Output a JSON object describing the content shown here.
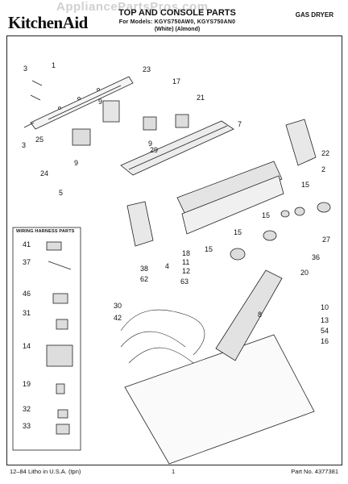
{
  "header": {
    "brand": "KitchenAid",
    "title": "TOP AND CONSOLE PARTS",
    "models": "For Models: KGYS750AW0, KGYS750AN0",
    "colors": "(White)    (Almond)",
    "product": "GAS DRYER",
    "watermark": "AppliancePartsPros.com"
  },
  "wiring_harness": {
    "title": "WIRING HARNESS PARTS",
    "callouts": [
      "41",
      "37",
      "46",
      "31",
      "14",
      "19",
      "32",
      "33"
    ]
  },
  "callouts": {
    "c1": "1",
    "c2": "2",
    "c3a": "3",
    "c3b": "3",
    "c4": "4",
    "c5": "5",
    "c7": "7",
    "c8": "8",
    "c9a": "9",
    "c9b": "9",
    "c9c": "9",
    "c10": "10",
    "c11": "11",
    "c12": "12",
    "c13": "13",
    "c15a": "15",
    "c15b": "15",
    "c15c": "15",
    "c15d": "15",
    "c16": "16",
    "c17": "17",
    "c18": "18",
    "c20": "20",
    "c21": "21",
    "c22": "22",
    "c23": "23",
    "c24": "24",
    "c25": "25",
    "c27": "27",
    "c29": "29",
    "c30": "30",
    "c36": "36",
    "c38": "38",
    "c42": "42",
    "c54": "54",
    "c62": "62",
    "c63": "63"
  },
  "footer": {
    "litho": "12–84 Litho in U.S.A. (tpn)",
    "page": "1",
    "part_no": "Part No. 4377381"
  }
}
